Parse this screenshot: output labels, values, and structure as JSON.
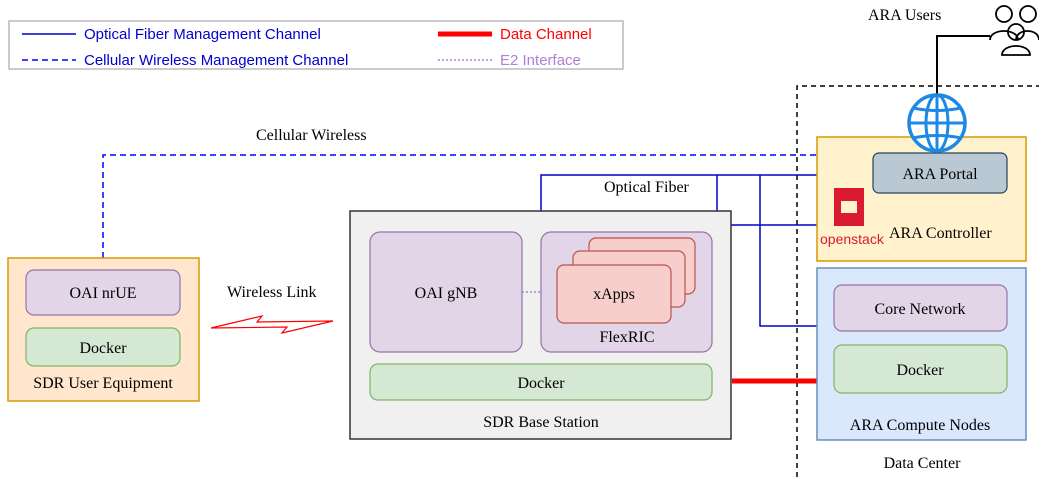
{
  "legend": {
    "optical_fiber": "Optical Fiber Management Channel",
    "cellular_wireless": "Cellular Wireless Management Channel",
    "data_channel": "Data Channel",
    "e2_interface": "E2 Interface"
  },
  "labels": {
    "ara_users": "ARA Users",
    "cellular_wireless": "Cellular Wireless",
    "optical_fiber": "Optical Fiber",
    "wireless_link": "Wireless Link",
    "data_center": "Data Center"
  },
  "ue": {
    "title": "SDR User Equipment",
    "oai_nrue": "OAI nrUE",
    "docker": "Docker"
  },
  "bs": {
    "title": "SDR Base Station",
    "oai_gnb": "OAI gNB",
    "xapps": "xApps",
    "flexric": "FlexRIC",
    "docker": "Docker"
  },
  "controller": {
    "title": "ARA Controller",
    "portal": "ARA Portal",
    "openstack_logo": "openstack"
  },
  "compute": {
    "title": "ARA Compute Nodes",
    "core_network": "Core Network",
    "docker": "Docker"
  },
  "colors": {
    "optical": "#0000cc",
    "cellular": "#0000ff",
    "data": "#ff0000",
    "e2": "#b07fd6",
    "purple_box": "#e1d5e7",
    "purple_border": "#9673a6",
    "green_box": "#d5e8d4",
    "green_border": "#82b366",
    "orange_bg": "#ffe6cc",
    "orange_border": "#d79b00",
    "yellow_bg": "#fff2cc",
    "blue_bg": "#dae8fc",
    "blue_border": "#6c8ebf",
    "gray_bg": "#f0f0f0",
    "red_box": "#f8cecc",
    "red_border": "#b85450",
    "portal_bg": "#bac8d3",
    "portal_border": "#23445d",
    "globe": "#1e88e5",
    "openstack_red": "#da1a32"
  }
}
